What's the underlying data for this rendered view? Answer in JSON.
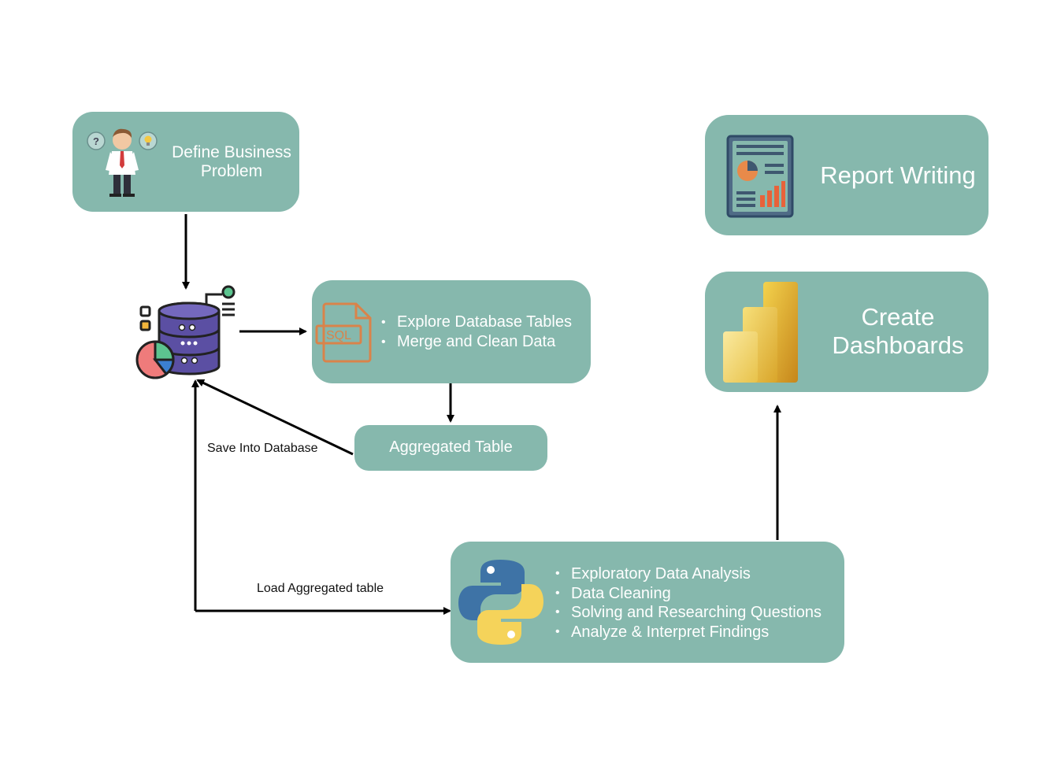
{
  "nodes": {
    "define_problem": {
      "label": "Define Business Problem",
      "line1": "Define Business",
      "line2": "Problem"
    },
    "sql_explore": {
      "items": [
        "Explore Database Tables",
        "Merge and Clean Data"
      ],
      "icon_text": "SQL"
    },
    "aggregated_table": {
      "label": "Aggregated Table"
    },
    "python_analysis": {
      "items": [
        "Exploratory Data Analysis",
        "Data Cleaning",
        "Solving and Researching Questions",
        "Analyze & Interpret Findings"
      ]
    },
    "report_writing": {
      "label": "Report Writing"
    },
    "create_dashboards": {
      "label": "Create Dashboards",
      "line1": "Create",
      "line2": "Dashboards"
    }
  },
  "edges": {
    "save_into_database": "Save Into Database",
    "load_aggregated_table": "Load Aggregated table"
  },
  "colors": {
    "node_fill": "#86b8ad",
    "node_text": "#ffffff",
    "arrow": "#000000",
    "database": "#5b4fa3",
    "python_blue": "#3e73a6",
    "python_yellow": "#f5d35a",
    "sql_orange": "#d9834a",
    "powerbi_gold": "#e3b434"
  },
  "icons": {
    "person": "person-with-question-icon",
    "database": "database-icon",
    "sql": "sql-file-icon",
    "python": "python-logo-icon",
    "report": "report-document-icon",
    "powerbi": "power-bi-icon"
  }
}
